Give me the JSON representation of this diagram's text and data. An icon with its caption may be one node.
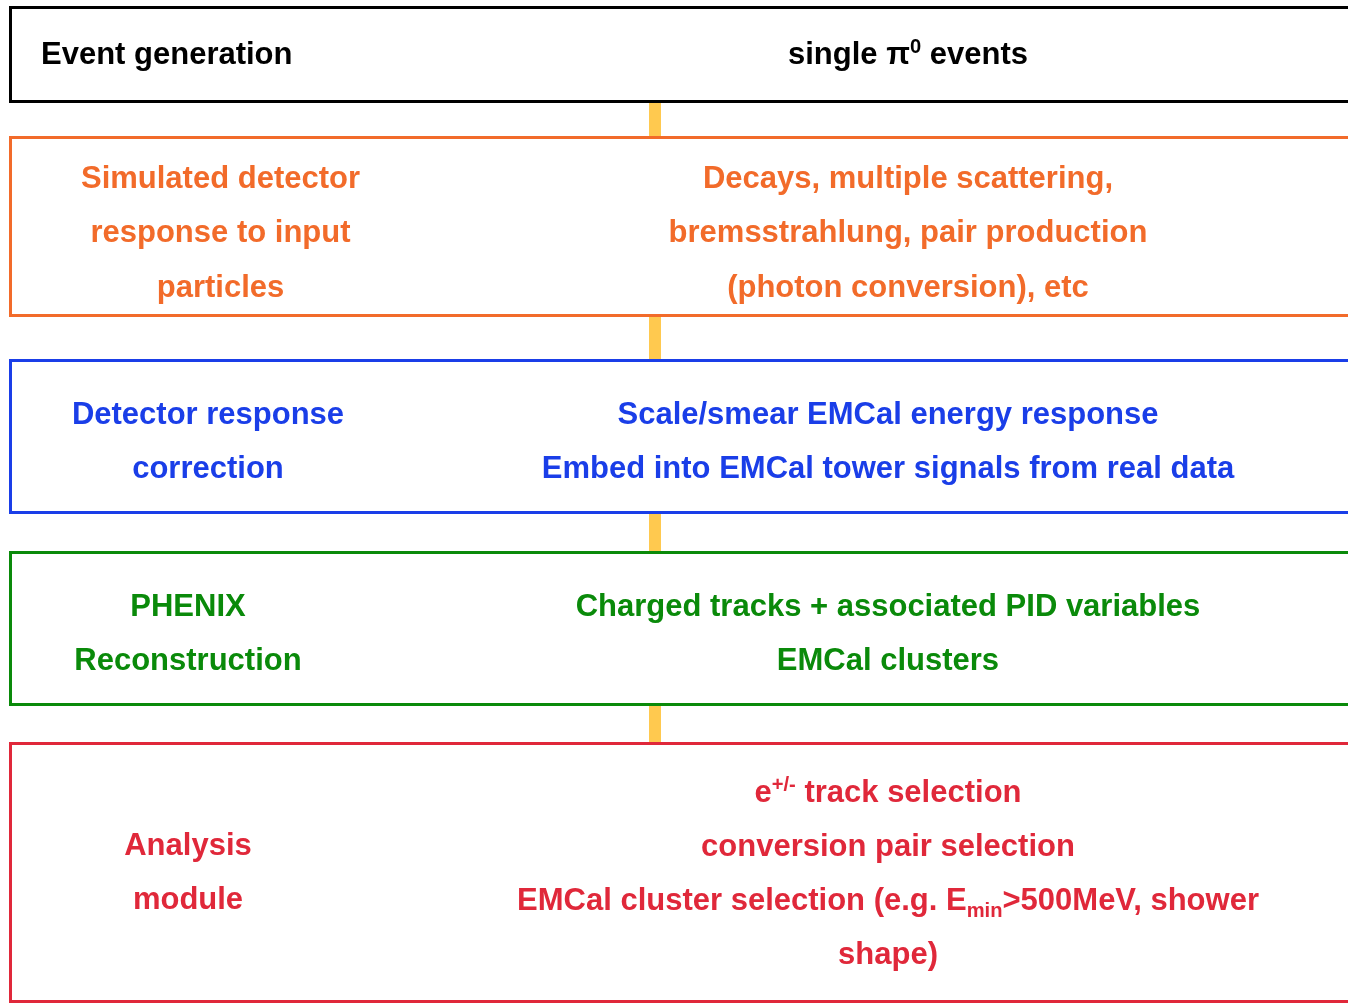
{
  "diagram": {
    "nodes": [
      {
        "text": [
          "Event generation",
          "single π$^{0}$ events"
        ]
      },
      {
        "text": [
          "Simulated detector response to input particles",
          "Decays, multiple scattering, bremsstrahlung, pair production (photon conversion), etc"
        ]
      },
      {
        "text": [
          "Detector response correction",
          "Scale/smear EMCal energy response",
          "Embed into EMCal tower signals from real data"
        ]
      },
      {
        "text": [
          "PHENIX Reconstruction",
          "Charged tracks + associated PID variables",
          "EMCal clusters"
        ]
      },
      {
        "text": [
          "Analysis module",
          "e$^{+/-}$ track selection",
          "conversion pair selection",
          "EMCal cluster selection (e.g. E$_{min}$>500MeV, shower shape)"
        ]
      }
    ],
    "edges": [
      {
        "from": 0,
        "to": 1,
        "arrow": "none"
      },
      {
        "from": 1,
        "to": 2,
        "arrow": "none"
      },
      {
        "from": 2,
        "to": 3,
        "arrow": "none"
      },
      {
        "from": 3,
        "to": 4,
        "arrow": "none"
      }
    ]
  }
}
